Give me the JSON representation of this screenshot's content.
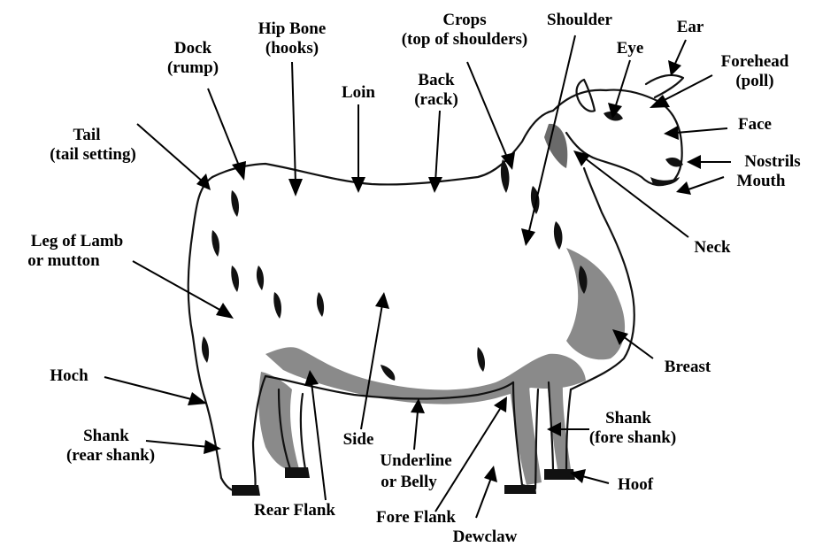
{
  "labels": {
    "hip_bone": "Hip Bone",
    "hip_bone_alt": "(hooks)",
    "crops": "Crops",
    "crops_alt": "(top of shoulders)",
    "shoulder": "Shoulder",
    "ear": "Ear",
    "dock": "Dock",
    "dock_alt": "(rump)",
    "eye": "Eye",
    "forehead": "Forehead",
    "forehead_alt": "(poll)",
    "back": "Back",
    "back_alt": "(rack)",
    "loin": "Loin",
    "face": "Face",
    "tail": "Tail",
    "tail_alt": "(tail setting)",
    "nostrils": "Nostrils",
    "mouth": "Mouth",
    "leg_of_lamb": "Leg of Lamb",
    "leg_of_lamb_alt": "or mutton",
    "neck": "Neck",
    "hoch": "Hoch",
    "breast": "Breast",
    "shank_fore": "Shank",
    "shank_fore_alt": "(fore shank)",
    "shank_rear": "Shank",
    "shank_rear_alt": "(rear shank)",
    "side": "Side",
    "underline": "Underline",
    "underline_alt": "or Belly",
    "hoof": "Hoof",
    "rear_flank": "Rear Flank",
    "fore_flank": "Fore Flank",
    "dewclaw": "Dewclaw"
  },
  "colors": {
    "ink": "#000000",
    "shade_light": "#8a8a8a",
    "shade_dark": "#6a6a6a",
    "background": "#ffffff"
  }
}
